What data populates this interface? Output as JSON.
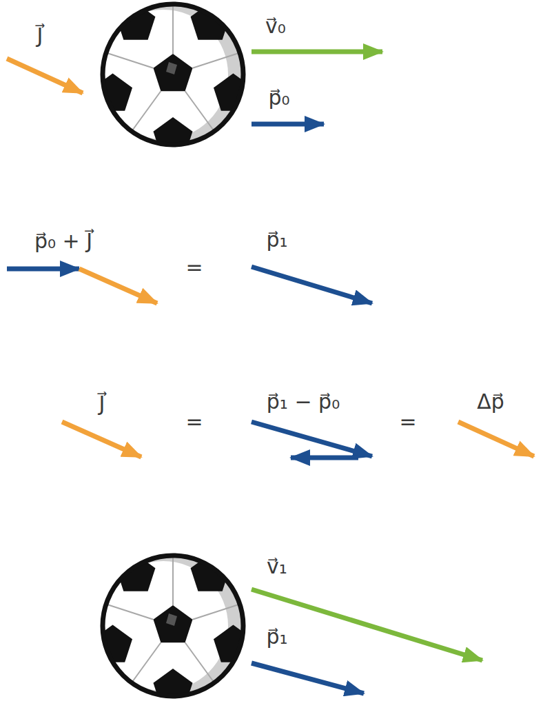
{
  "diagram": {
    "labels": [
      "J⃗",
      "v⃗₀",
      "p⃗₀",
      "p⃗₀ + J⃗",
      "=",
      "p⃗₁",
      "J⃗",
      "=",
      "p⃗₁ − p⃗₀",
      "=",
      "Δp⃗",
      "v⃗₁",
      "p⃗₁"
    ]
  }
}
